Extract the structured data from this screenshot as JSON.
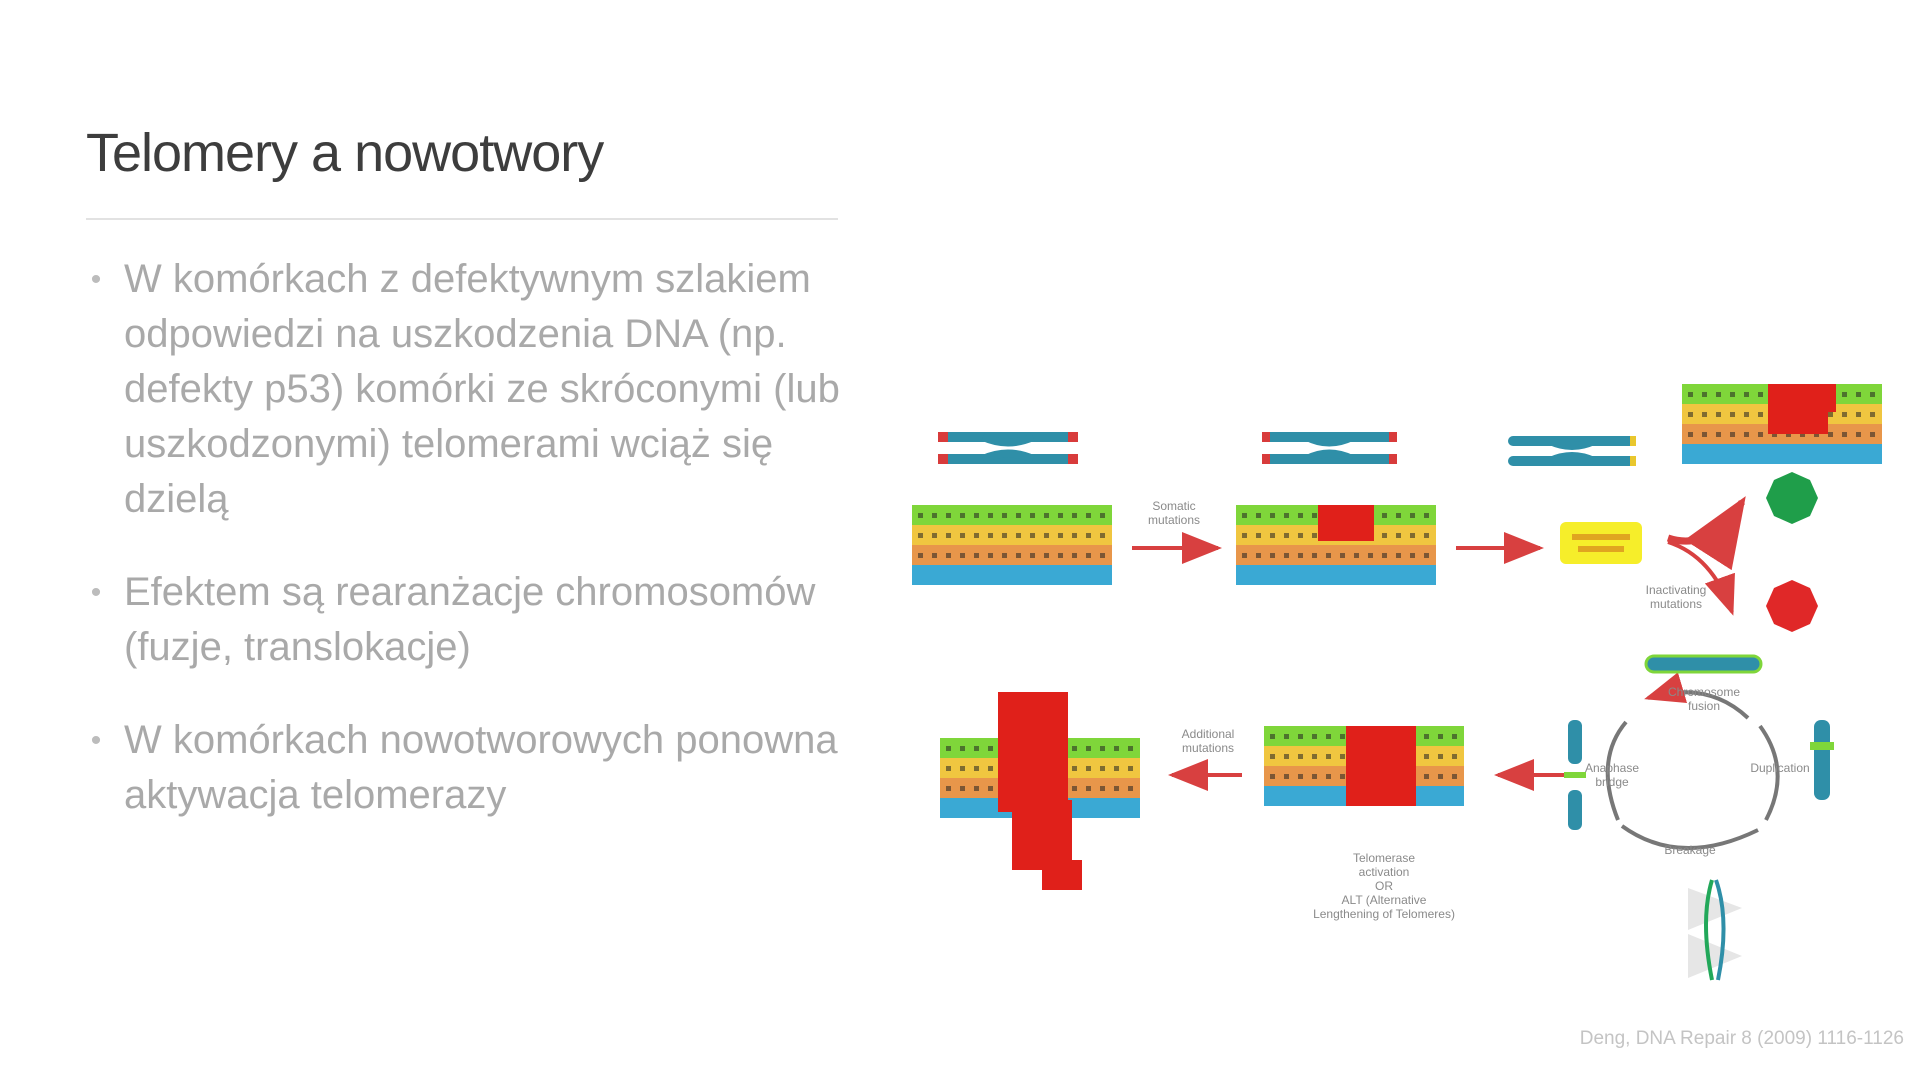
{
  "slide": {
    "title": "Telomery a nowotwory",
    "bullets": [
      "W komórkach z defektywnym szlakiem odpowiedzi na uszkodzenia DNA (np. defekty p53) komórki ze skróconymi (lub uszkodzonymi) telomerami wciąż się dzielą",
      "Efektem są rearanżacje chromosomów (fuzje, translokacje)",
      "W komórkach nowotworowych ponowna aktywacja telomerazy"
    ],
    "bullet_marker": "•",
    "citation": "Deng, DNA Repair 8 (2009) 1116-1126"
  },
  "figure": {
    "labels": {
      "somatic_mutations": [
        "Somatic",
        "mutations"
      ],
      "inactivating_mutations": [
        "Inactivating",
        "mutations"
      ],
      "additional_mutations": [
        "Additional",
        "mutations"
      ],
      "telomerase_activation": [
        "Telomerase",
        "activation",
        "OR",
        "ALT (Alternative",
        "Lengthening of Telomeres)"
      ],
      "bfb_cycle": [
        "Chromosome",
        "fusion",
        "Anaphase",
        "bridge",
        "Breakage",
        "Duplication",
        "Fusion"
      ]
    },
    "colors": {
      "green": "#7fd63a",
      "yellow": "#f0c640",
      "orange": "#e8964a",
      "blue_base": "#3aa9d4",
      "red": "#e0201a",
      "teal": "#2f8fa8",
      "arrow_red": "#d84040",
      "stop_green": "#1f9e4a",
      "stop_red": "#e02828",
      "highlight_yellow": "#f6ee2a"
    }
  }
}
